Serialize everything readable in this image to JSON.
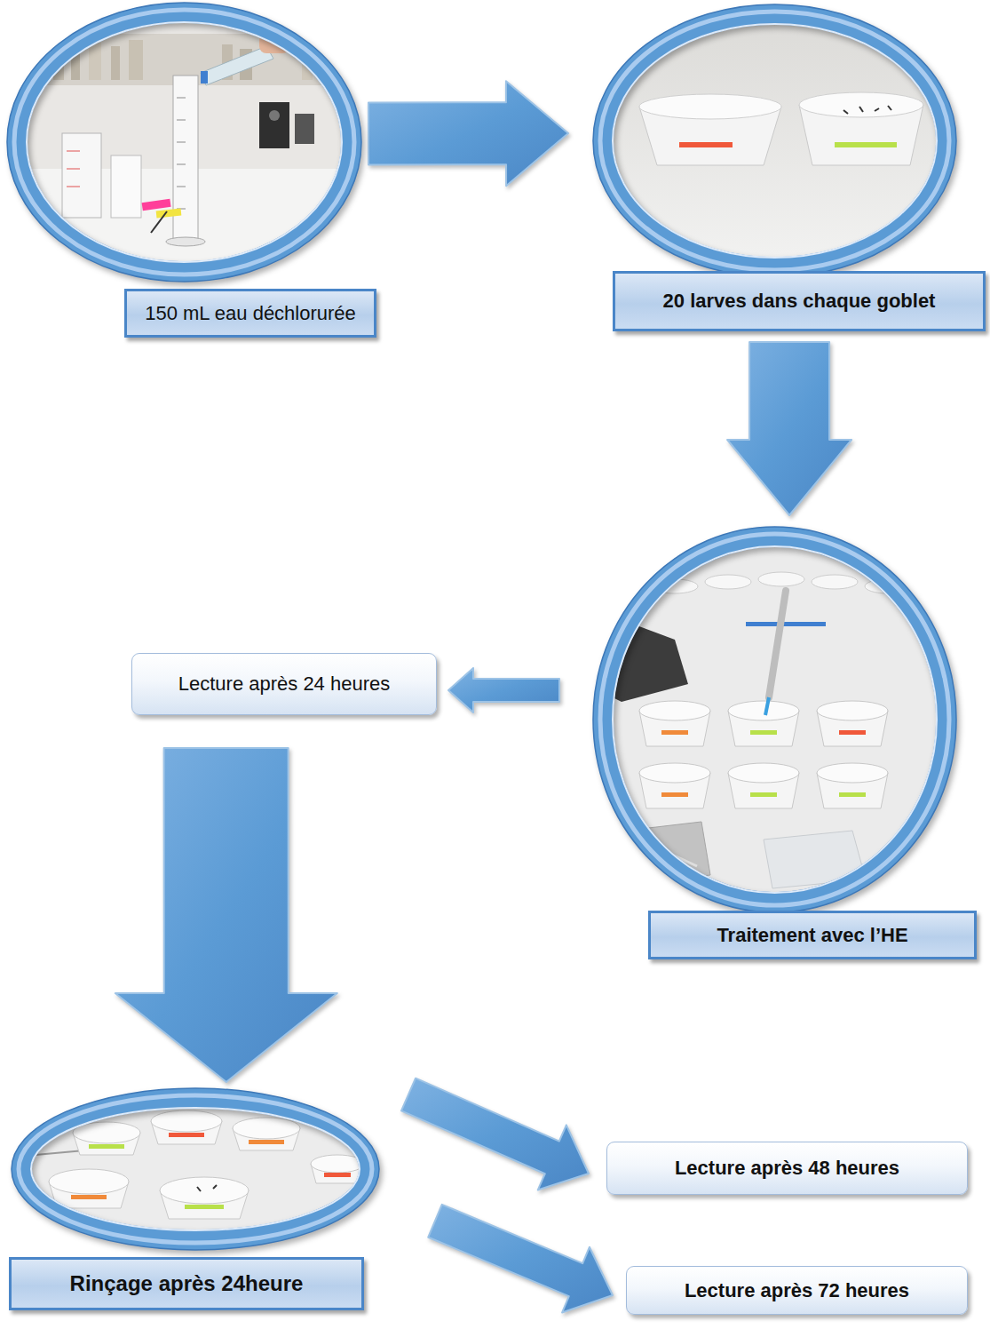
{
  "diagram": {
    "nodes": [
      {
        "text": [
          "150 mL eau déchlorurée"
        ]
      },
      {
        "text": [
          "20 larves dans chaque goblet"
        ]
      },
      {
        "text": [
          "Traitement avec l’HE"
        ]
      },
      {
        "text": [
          "Lecture après 24 heures"
        ]
      },
      {
        "text": [
          "Rinçage après 24heure"
        ]
      },
      {
        "text": [
          "Lecture après 48 heures"
        ]
      },
      {
        "text": [
          "Lecture après 72 heures"
        ]
      }
    ],
    "edges": [
      {
        "from": 0,
        "to": 1,
        "arrow": "to"
      },
      {
        "from": 1,
        "to": 2,
        "arrow": "to"
      },
      {
        "from": 2,
        "to": 3,
        "arrow": "to"
      },
      {
        "from": 3,
        "to": 4,
        "arrow": "to"
      },
      {
        "from": 4,
        "to": 5,
        "arrow": "to"
      },
      {
        "from": 4,
        "to": 6,
        "arrow": "to"
      }
    ]
  }
}
